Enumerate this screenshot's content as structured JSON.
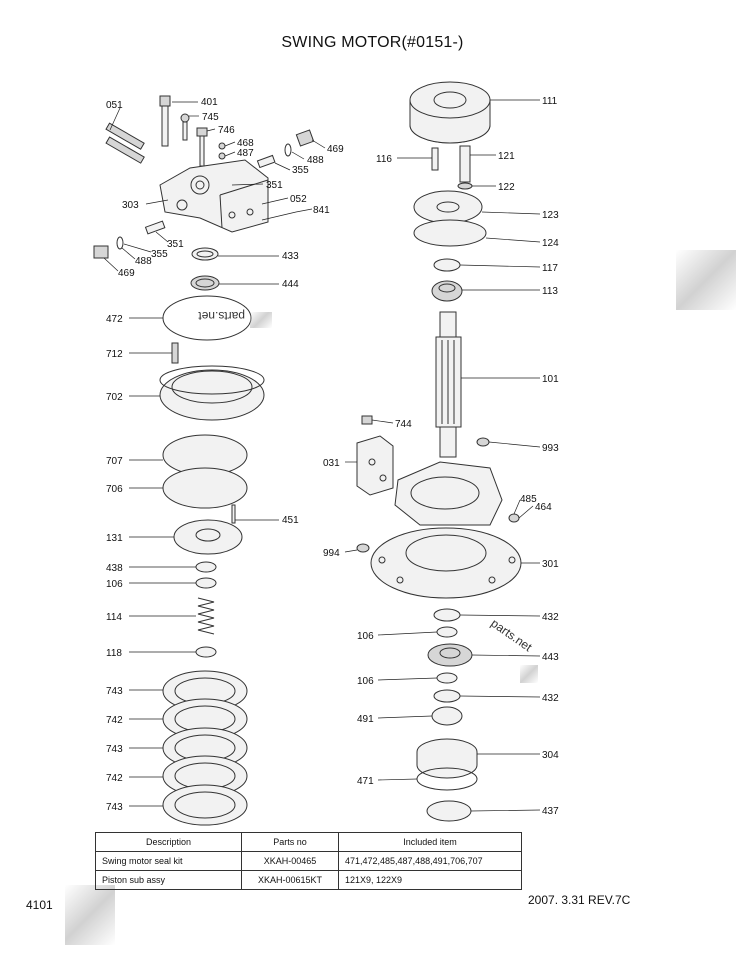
{
  "title": "SWING MOTOR(#0151-)",
  "callouts": [
    {
      "id": "051",
      "name": "callout-051"
    },
    {
      "id": "401",
      "name": "callout-401"
    },
    {
      "id": "745",
      "name": "callout-745"
    },
    {
      "id": "746",
      "name": "callout-746"
    },
    {
      "id": "468",
      "name": "callout-468"
    },
    {
      "id": "487",
      "name": "callout-487"
    },
    {
      "id": "469",
      "name": "callout-469-top"
    },
    {
      "id": "488",
      "name": "callout-488-top"
    },
    {
      "id": "355",
      "name": "callout-355-top"
    },
    {
      "id": "351",
      "name": "callout-351-top"
    },
    {
      "id": "303",
      "name": "callout-303"
    },
    {
      "id": "052",
      "name": "callout-052"
    },
    {
      "id": "841",
      "name": "callout-841"
    },
    {
      "id": "351",
      "name": "callout-351-bottom"
    },
    {
      "id": "355",
      "name": "callout-355-bottom"
    },
    {
      "id": "488",
      "name": "callout-488-bottom"
    },
    {
      "id": "469",
      "name": "callout-469-bottom"
    },
    {
      "id": "433",
      "name": "callout-433"
    },
    {
      "id": "444",
      "name": "callout-444"
    },
    {
      "id": "472",
      "name": "callout-472"
    },
    {
      "id": "712",
      "name": "callout-712"
    },
    {
      "id": "702",
      "name": "callout-702"
    },
    {
      "id": "707",
      "name": "callout-707"
    },
    {
      "id": "706",
      "name": "callout-706"
    },
    {
      "id": "451",
      "name": "callout-451"
    },
    {
      "id": "131",
      "name": "callout-131"
    },
    {
      "id": "438",
      "name": "callout-438"
    },
    {
      "id": "106",
      "name": "callout-106-a"
    },
    {
      "id": "114",
      "name": "callout-114"
    },
    {
      "id": "118",
      "name": "callout-118"
    },
    {
      "id": "743",
      "name": "callout-743-a"
    },
    {
      "id": "742",
      "name": "callout-742-a"
    },
    {
      "id": "743",
      "name": "callout-743-b"
    },
    {
      "id": "742",
      "name": "callout-742-b"
    },
    {
      "id": "743",
      "name": "callout-743-c"
    },
    {
      "id": "111",
      "name": "callout-111"
    },
    {
      "id": "116",
      "name": "callout-116"
    },
    {
      "id": "121",
      "name": "callout-121"
    },
    {
      "id": "122",
      "name": "callout-122"
    },
    {
      "id": "123",
      "name": "callout-123"
    },
    {
      "id": "124",
      "name": "callout-124"
    },
    {
      "id": "117",
      "name": "callout-117"
    },
    {
      "id": "113",
      "name": "callout-113"
    },
    {
      "id": "101",
      "name": "callout-101"
    },
    {
      "id": "744",
      "name": "callout-744"
    },
    {
      "id": "031",
      "name": "callout-031"
    },
    {
      "id": "993",
      "name": "callout-993"
    },
    {
      "id": "485",
      "name": "callout-485"
    },
    {
      "id": "464",
      "name": "callout-464"
    },
    {
      "id": "994",
      "name": "callout-994"
    },
    {
      "id": "301",
      "name": "callout-301"
    },
    {
      "id": "432",
      "name": "callout-432-a"
    },
    {
      "id": "106",
      "name": "callout-106-b"
    },
    {
      "id": "443",
      "name": "callout-443"
    },
    {
      "id": "106",
      "name": "callout-106-c"
    },
    {
      "id": "432",
      "name": "callout-432-b"
    },
    {
      "id": "491",
      "name": "callout-491"
    },
    {
      "id": "304",
      "name": "callout-304"
    },
    {
      "id": "471",
      "name": "callout-471"
    },
    {
      "id": "437",
      "name": "callout-437"
    }
  ],
  "watermarks": [
    "parts.net",
    "parts.net"
  ],
  "table": {
    "headers": [
      "Description",
      "Parts no",
      "Included item"
    ],
    "rows": [
      [
        "Swing motor seal kit",
        "XKAH-00465",
        "471,472,485,487,488,491,706,707"
      ],
      [
        "Piston sub assy",
        "XKAH-00615KT",
        "121X9, 122X9"
      ]
    ]
  },
  "page_number": "4101",
  "revision": "2007. 3.31  REV.7C"
}
